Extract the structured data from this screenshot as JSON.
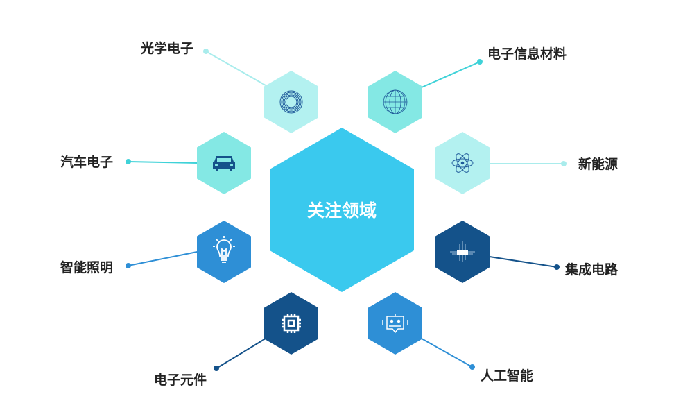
{
  "center": {
    "label": "关注领域",
    "color": "#3ac9ee"
  },
  "items": [
    {
      "label": "光学电子",
      "color": "#b3f1f0",
      "line": "#a9ecec",
      "icon": "optical-ring-icon"
    },
    {
      "label": "电子信息材料",
      "color": "#84e8e4",
      "line": "#3fd2d8",
      "icon": "wire-globe-icon"
    },
    {
      "label": "汽车电子",
      "color": "#84e8e4",
      "line": "#3fd2d8",
      "icon": "car-icon"
    },
    {
      "label": "新能源",
      "color": "#b3f1f0",
      "line": "#a9ecec",
      "icon": "atom-icon"
    },
    {
      "label": "智能照明",
      "color": "#2e8fd6",
      "line": "#2e8fd6",
      "icon": "light-bulb-icon"
    },
    {
      "label": "集成电路",
      "color": "#14528a",
      "line": "#14528a",
      "icon": "circuit-board-icon"
    },
    {
      "label": "电子元件",
      "color": "#14528a",
      "line": "#14528a",
      "icon": "chip-icon"
    },
    {
      "label": "人工智能",
      "color": "#2e8fd6",
      "line": "#2e8fd6",
      "icon": "robot-icon"
    }
  ]
}
